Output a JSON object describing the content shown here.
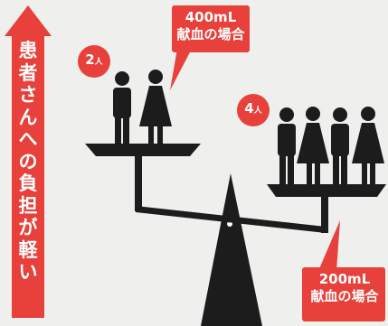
{
  "side_label": {
    "chars": [
      "患",
      "者",
      "さ",
      "ん",
      "へ",
      "の",
      "負",
      "担",
      "が",
      "軽",
      "い"
    ]
  },
  "left_group": {
    "count_number": "2",
    "count_unit": "人",
    "bubble_line1": "400mL",
    "bubble_line2": "献血の場合"
  },
  "right_group": {
    "count_number": "4",
    "count_unit": "人",
    "bubble_line1": "200mL",
    "bubble_line2": "献血の場合"
  },
  "colors": {
    "red": "#e8403a",
    "dark": "#222222",
    "background": "#efefed"
  }
}
